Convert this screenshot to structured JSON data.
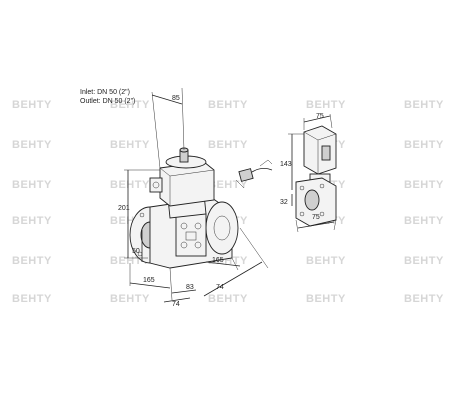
{
  "labels": {
    "inlet": "Inlet: DN 50 (2\")",
    "outlet": "Outlet: DN 50 (2\")"
  },
  "dimensions": {
    "d85": "85",
    "d201": "201",
    "d50": "50",
    "d165_left": "165",
    "d83": "83",
    "d74_bottom": "74",
    "d165_right": "165",
    "d74_right": "74",
    "d75_top": "75",
    "d143": "143",
    "d32": "32",
    "d75_bottom": "75"
  },
  "watermark": {
    "text": "BEHTY"
  },
  "colors": {
    "line": "#222222",
    "watermark": "#d6d6d6",
    "background": "#ffffff"
  }
}
